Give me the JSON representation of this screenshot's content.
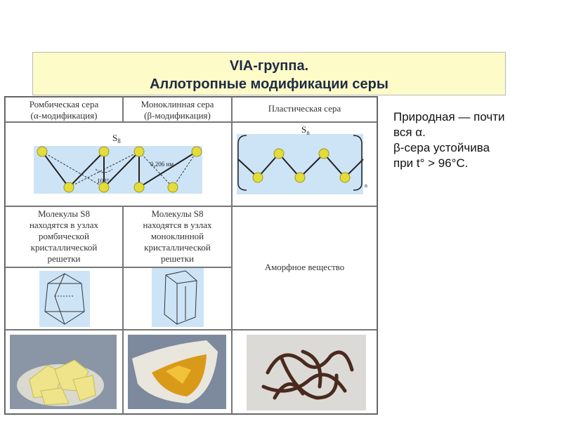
{
  "title": {
    "line1": "VIA-группа.",
    "line2": "Аллотропные модификации серы"
  },
  "table": {
    "headers": {
      "col1_l1": "Ромбическая сера",
      "col1_l2": "(α-модификация)",
      "col2_l1": "Моноклинная сера",
      "col2_l2": "(β-модификация)",
      "col3": "Пластическая сера"
    },
    "diagram_left": {
      "formula": "S",
      "formula_sub": "8",
      "angle": "108°",
      "bond": "0,206 нм"
    },
    "diagram_right": {
      "formula": "S",
      "formula_sub": "n",
      "repeat": "n"
    },
    "rhombic_desc": [
      "Молекулы S8",
      "находятся в узлах",
      "ромбической",
      "кристаллической",
      "решетки"
    ],
    "monoclinic_desc": [
      "Молекулы S8",
      "находятся в узлах",
      "моноклинной",
      "кристаллической",
      "решетки"
    ],
    "plastic_desc": "Аморфное вещество"
  },
  "side_note": {
    "line1": "Природная — почти",
    "line2": "вся α.",
    "line3": "β-сера устойчива",
    "line4": "при t° > 96°C."
  },
  "colors": {
    "title_bg": "#fdfcc8",
    "diagram_bg": "#cde4f7",
    "atom": "#e3dc3a",
    "photo_bg": "#8a96a6"
  }
}
